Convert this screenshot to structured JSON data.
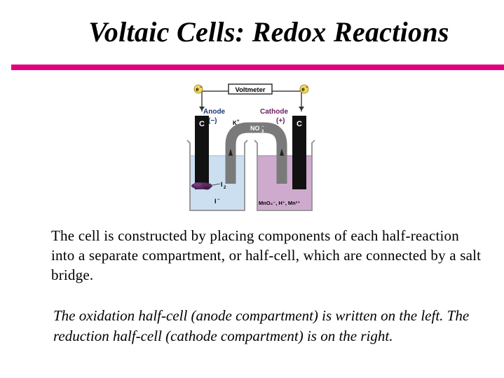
{
  "title": "Voltaic Cells: Redox Reactions",
  "colors": {
    "accent": "#e3007c",
    "anode_solution": "#c7dcef",
    "cathode_solution": "#c9a2c9",
    "electrode": "#111111",
    "salt_bridge": "#7a7a7a"
  },
  "diagram": {
    "voltmeter": "Voltmeter",
    "electron_left": "e",
    "electron_right": "e",
    "electron_charge": "−",
    "anode_label": "Anode",
    "anode_sign": "(−)",
    "cathode_label": "Cathode",
    "cathode_sign": "(+)",
    "electrode_left": "C",
    "electrode_right": "C",
    "bridge_cation": "K",
    "bridge_cation_charge": "+",
    "bridge_anion": "NO",
    "bridge_anion_sub": "3",
    "bridge_anion_charge": "−",
    "iodine": "I",
    "iodine_sub": "2",
    "iodide": "I",
    "iodide_charge": "−",
    "cathode_species": "MnO₄⁻, H⁺, Mn²⁺"
  },
  "paragraph": "The cell is constructed by placing components of each half-reaction into a separate compartment, or half-cell, which are connected by a salt bridge.",
  "note": "The oxidation half-cell (anode compartment) is written on the left. The reduction  half-cell (cathode compartment) is on the right."
}
